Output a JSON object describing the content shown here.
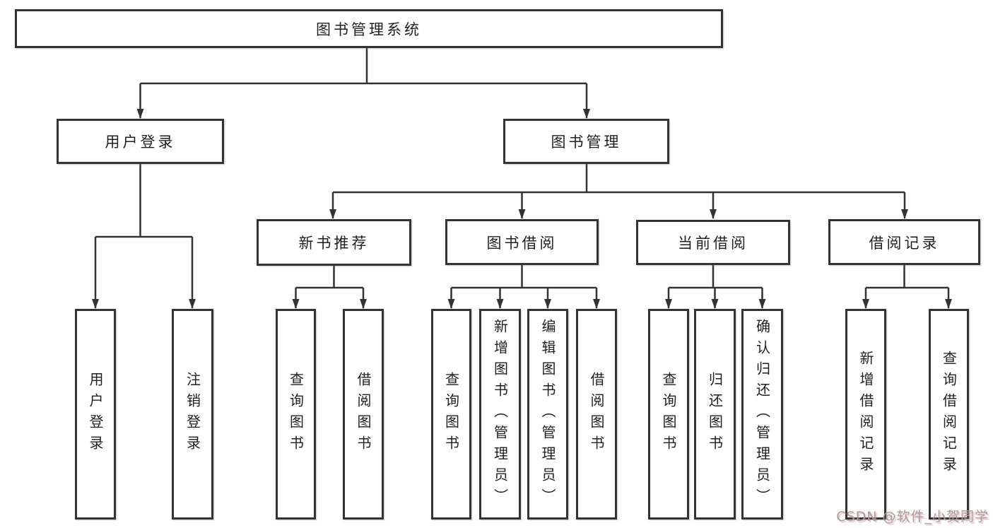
{
  "tree": {
    "label": "图书管理系统",
    "children": [
      {
        "label": "用户登录",
        "children": [
          {
            "label": "用户登录"
          },
          {
            "label": "注销登录"
          }
        ]
      },
      {
        "label": "图书管理",
        "children": [
          {
            "label": "新书推荐",
            "children": [
              {
                "label": "查询图书"
              },
              {
                "label": "借阅图书"
              }
            ]
          },
          {
            "label": "图书借阅",
            "children": [
              {
                "label": "查询图书"
              },
              {
                "label": "新增图书（管理员）"
              },
              {
                "label": "编辑图书（管理员）"
              },
              {
                "label": "借阅图书"
              }
            ]
          },
          {
            "label": "当前借阅",
            "children": [
              {
                "label": "查询图书"
              },
              {
                "label": "归还图书"
              },
              {
                "label": "确认归还（管理员）"
              }
            ]
          },
          {
            "label": "借阅记录",
            "children": [
              {
                "label": "新增借阅记录"
              },
              {
                "label": "查询借阅记录"
              }
            ]
          }
        ]
      }
    ]
  },
  "watermark": {
    "text": "CSDN @软件_小贺同学"
  },
  "colors": {
    "line": "#333333",
    "box_border": "#333333",
    "text": "#1f1f1f",
    "watermark": "#a0a0a0"
  }
}
